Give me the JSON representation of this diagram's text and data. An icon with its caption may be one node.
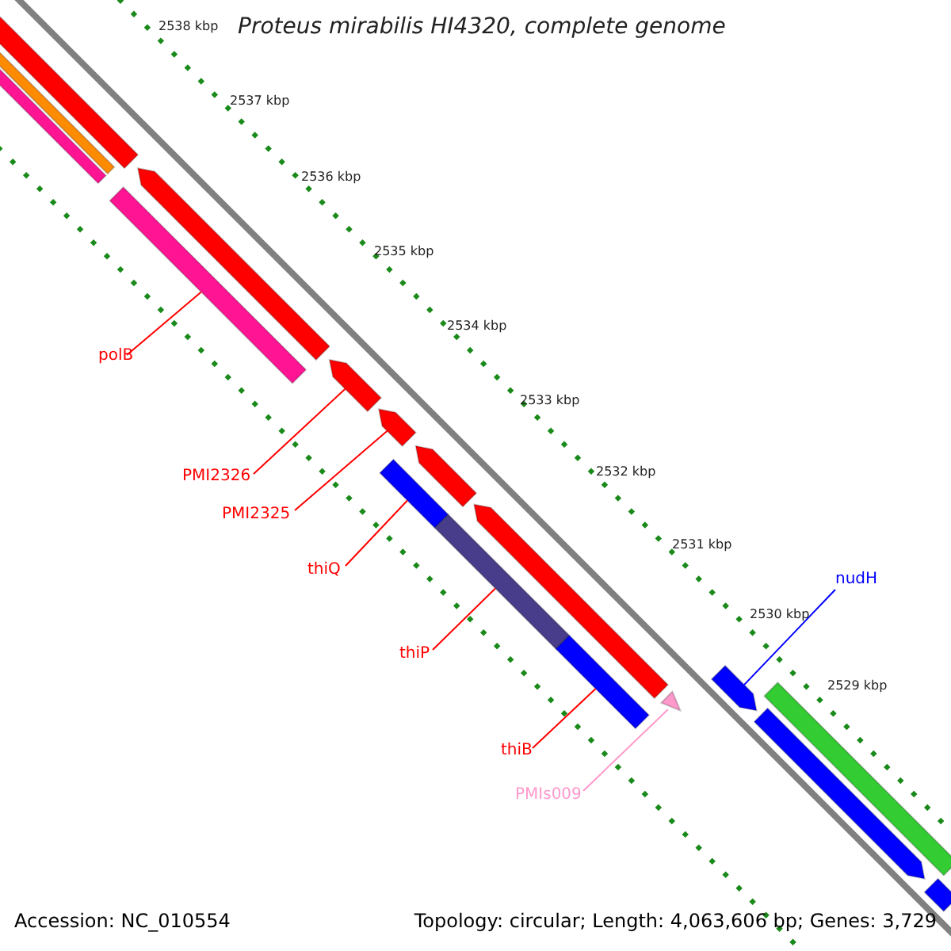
{
  "diagram": {
    "title": "Proteus mirabilis HI4320, complete genome",
    "nodes": [
      {
        "text": [
          "polB"
        ]
      },
      {
        "text": [
          "PMI2326"
        ]
      },
      {
        "text": [
          "PMI2325"
        ]
      },
      {
        "text": [
          "thiQ"
        ]
      },
      {
        "text": [
          "thiP"
        ]
      },
      {
        "text": [
          "thiB"
        ]
      },
      {
        "text": [
          "PMIs009"
        ]
      },
      {
        "text": [
          "nudH"
        ]
      },
      {
        "text": [],
        "shape": "bar"
      },
      {
        "text": [],
        "shape": "arrow"
      },
      {
        "text": [],
        "shape": "arrow"
      },
      {
        "text": [],
        "shape": "bar"
      },
      {
        "text": [],
        "shape": "bar"
      },
      {
        "text": [],
        "shape": "bar"
      },
      {
        "text": [],
        "shape": "triangle"
      },
      {
        "text": [],
        "shape": "arrow"
      },
      {
        "text": [],
        "shape": "bar"
      },
      {
        "text": [],
        "shape": "bar"
      },
      {
        "text": [],
        "shape": "bar"
      },
      {
        "text": [],
        "shape": "arrow"
      },
      {
        "text": [],
        "shape": "arrow"
      },
      {
        "text": [],
        "shape": "arrow"
      },
      {
        "text": [],
        "shape": "bar"
      },
      {
        "text": [],
        "shape": "arrow"
      },
      {
        "text": [],
        "shape": "bar"
      }
    ],
    "edges": [
      {
        "from": 0,
        "to": 8,
        "arrow": "none"
      },
      {
        "from": 1,
        "to": 9,
        "arrow": "none"
      },
      {
        "from": 2,
        "to": 10,
        "arrow": "none"
      },
      {
        "from": 3,
        "to": 11,
        "arrow": "none"
      },
      {
        "from": 4,
        "to": 12,
        "arrow": "none"
      },
      {
        "from": 5,
        "to": 13,
        "arrow": "none"
      },
      {
        "from": 6,
        "to": 14,
        "arrow": "none",
        "color": "#ff99cc"
      },
      {
        "from": 7,
        "to": 15,
        "arrow": "none",
        "color": "#0000ff"
      }
    ],
    "labels": [
      "2538 kbp",
      "2537 kbp",
      "2536 kbp",
      "2535 kbp",
      "2534 kbp",
      "2533 kbp",
      "2532 kbp",
      "2531 kbp",
      "2530 kbp",
      "2529 kbp",
      "Accession: NC_010554",
      "Topology: circular; Length: 4,063,606 bp; Genes: 3,729"
    ]
  }
}
